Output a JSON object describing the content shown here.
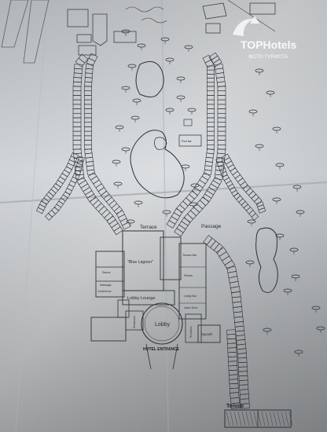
{
  "map": {
    "paper_color": "#d5d8da",
    "shade_color": "#9ea2a5",
    "ink_color": "#2b2e33",
    "areas": {
      "terrace": "Terrace",
      "passage": "Passage",
      "blue_lagoon": "\"Blue Lagoon\"",
      "lobby_lounge": "Lobby Lounge",
      "lobby": "Lobby",
      "hotel_entrance": "HOTEL ENTRANCE",
      "tennis": "Tennis",
      "terrace_bar": "Terrace Bar",
      "steam": "Steam",
      "squash": "Squash",
      "lobby_bar": "Lobby Bar",
      "sauna": "Sauna",
      "massage": "Massage",
      "conference": "Conference",
      "pool_bar": "Pool bar",
      "indoor_deco": "Indoor Deco",
      "reception": "Reception",
      "restaurant": "Restaurant"
    },
    "watermark": {
      "brand": "TOPHotels",
      "subtitle": "ФОТО ТУРИСТА"
    }
  }
}
